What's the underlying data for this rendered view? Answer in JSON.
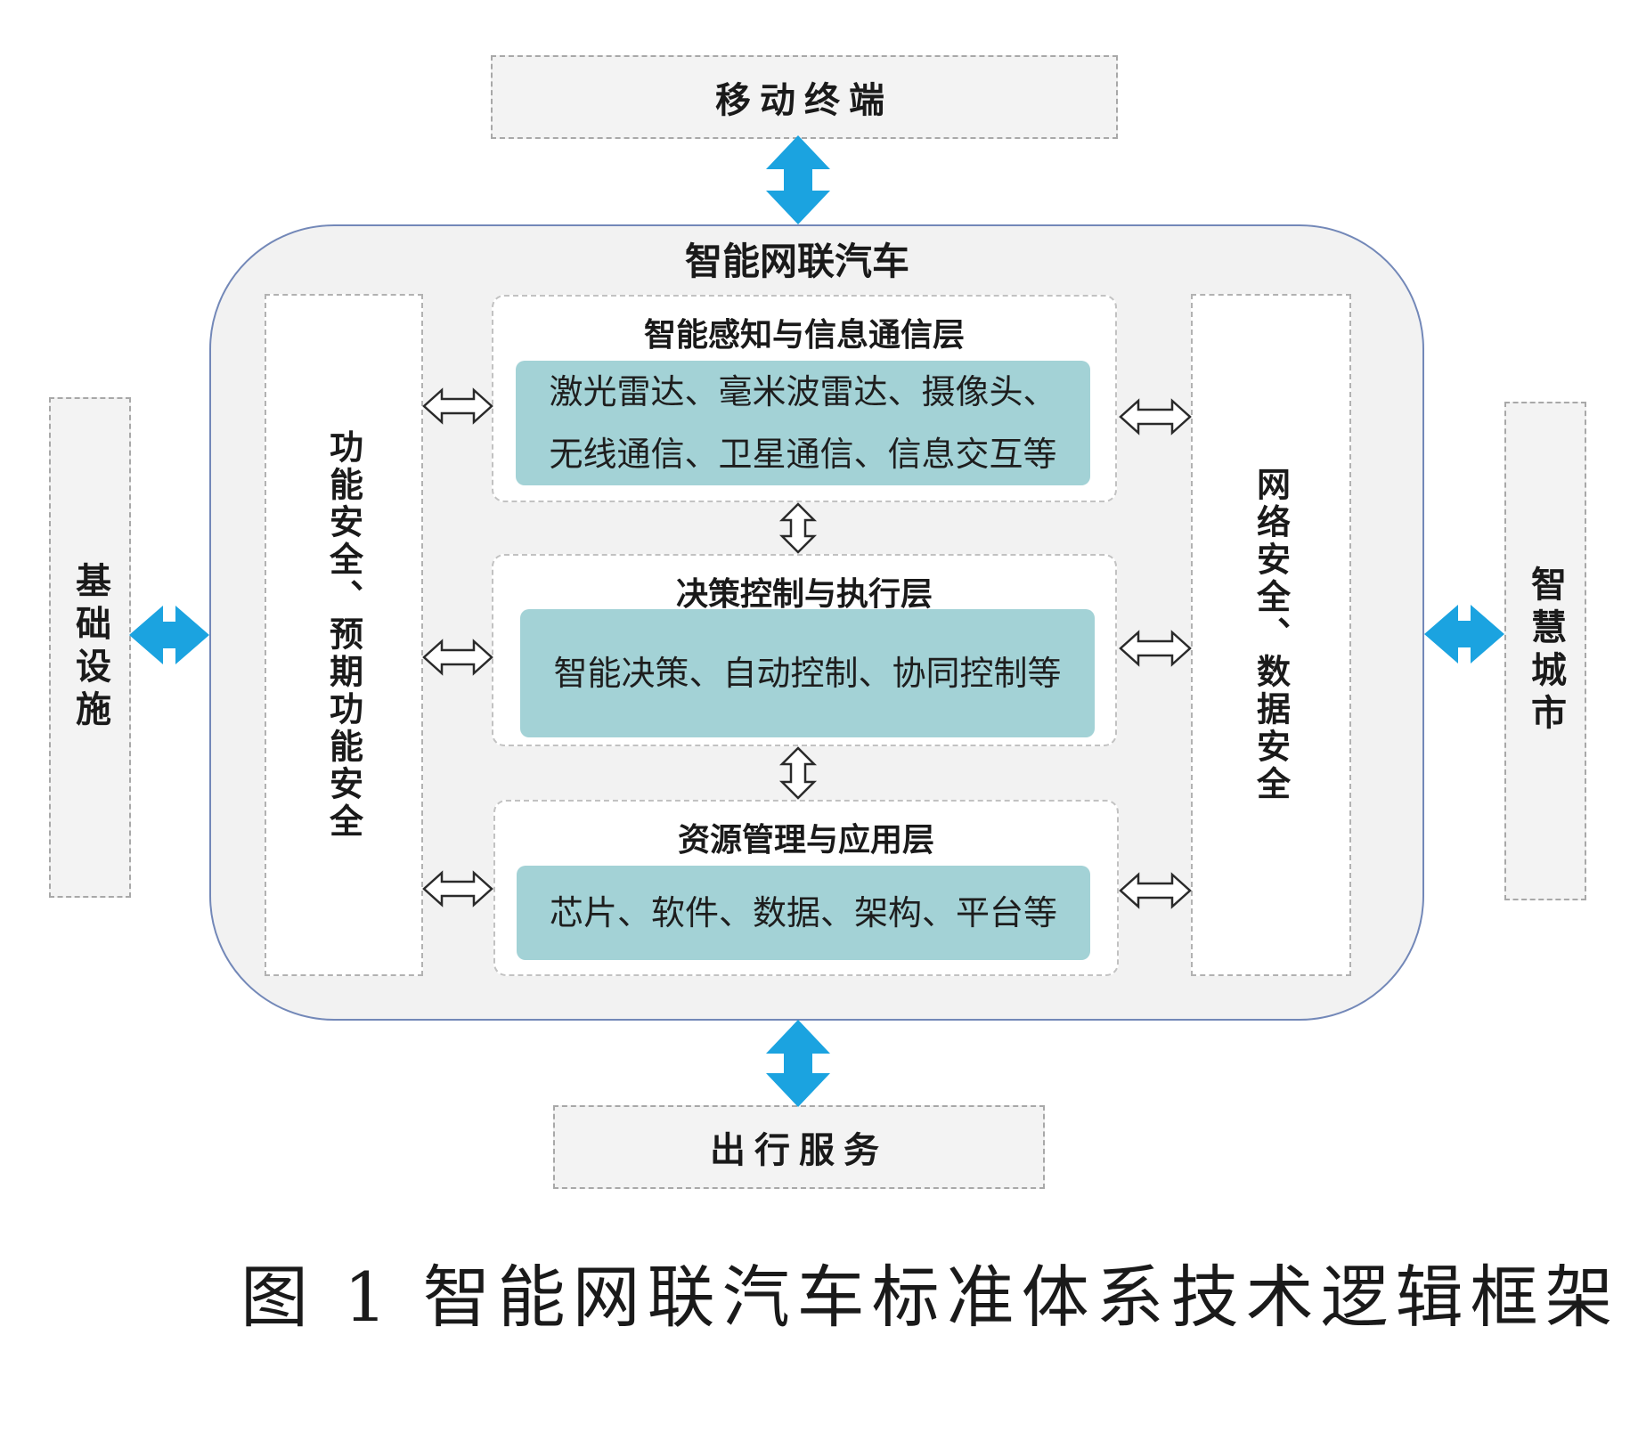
{
  "nodes": {
    "top": "移动终端",
    "bottom": "出行服务",
    "left": "基础设施",
    "right": "智慧城市"
  },
  "car": {
    "title": "智能网联汽车",
    "left_column": "功能安全、预期功能安全",
    "right_column": "网络安全、数据安全",
    "layers": [
      {
        "title": "智能感知与信息通信层",
        "lines": [
          "激光雷达、毫米波雷达、摄像头、",
          "无线通信、卫星通信、信息交互等"
        ]
      },
      {
        "title": "决策控制与执行层",
        "lines": [
          "智能决策、自动控制、协同控制等"
        ]
      },
      {
        "title": "资源管理与应用层",
        "lines": [
          "芯片、软件、数据、架构、平台等"
        ]
      }
    ]
  },
  "caption": "图 1  智能网联汽车标准体系技术逻辑框架",
  "colors": {
    "blue_arrow": "#1ba3e0",
    "teal_fill": "#a3d2d6",
    "frame_border": "#7388b8"
  }
}
